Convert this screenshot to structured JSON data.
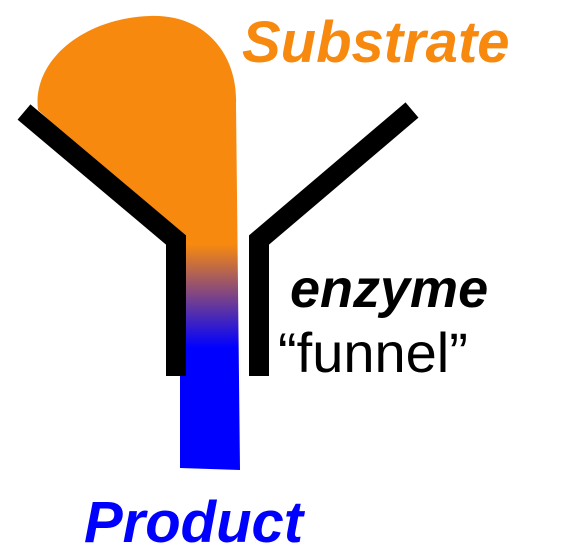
{
  "labels": {
    "substrate": "Substrate",
    "product": "Product",
    "enzyme": "enzyme",
    "funnel": "“funnel”"
  },
  "colors": {
    "substrate": "#f7890f",
    "product": "#0000ff",
    "enzyme": "#000000",
    "background": "#ffffff"
  }
}
